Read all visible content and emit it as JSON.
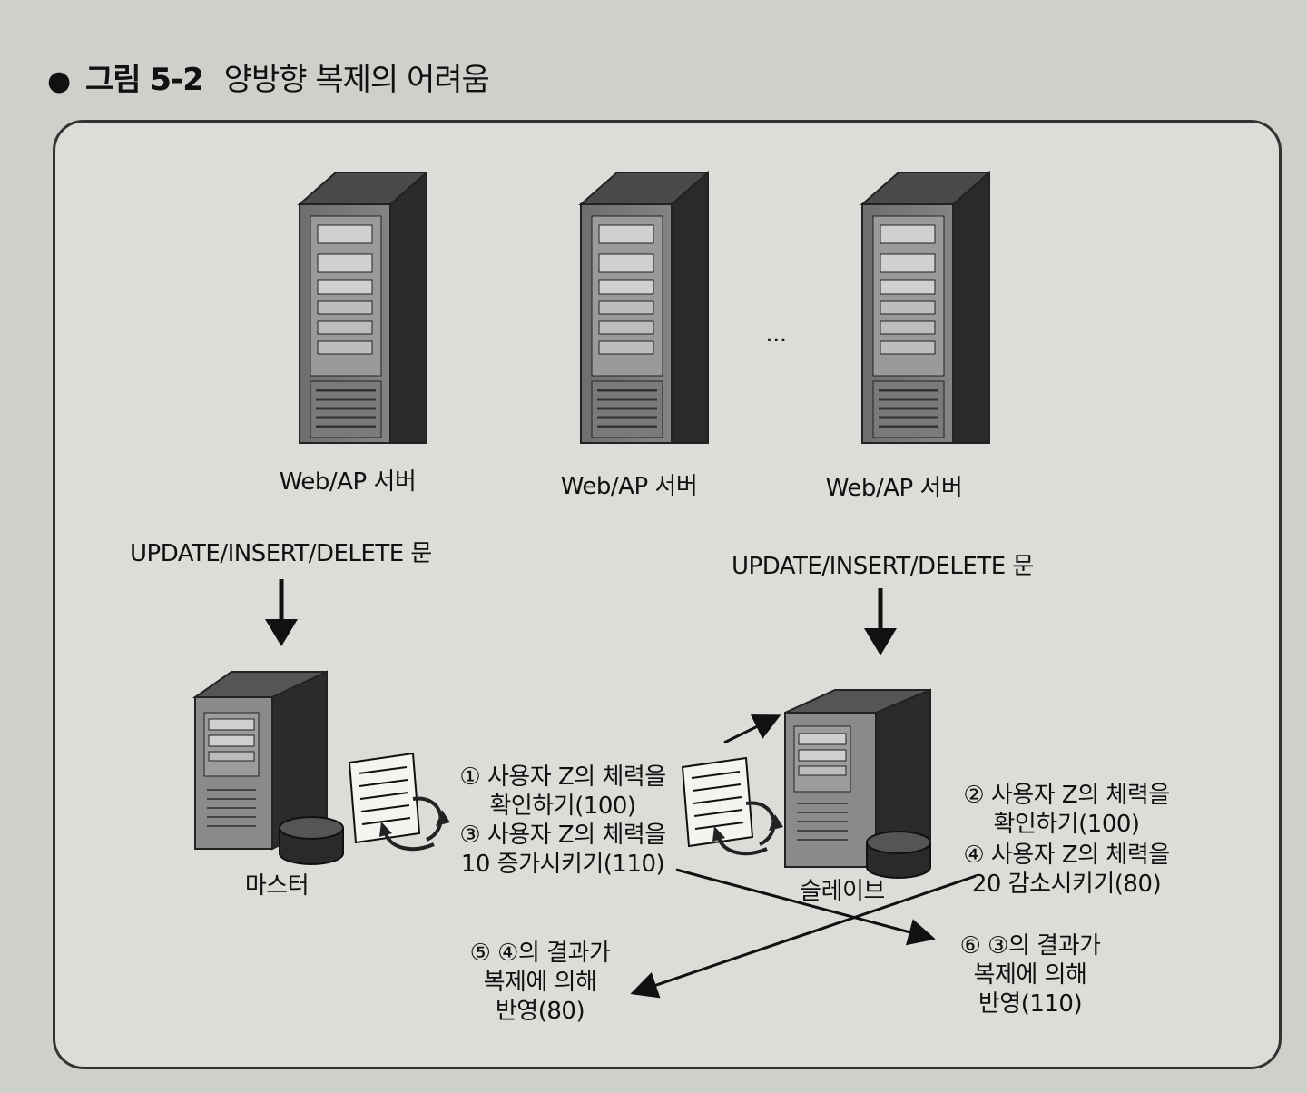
{
  "figure": {
    "bullet": "●",
    "number": "그림 5-2",
    "title": "양방향 복제의 어려움"
  },
  "web_servers": [
    {
      "label": "Web/AP 서버"
    },
    {
      "label": "Web/AP 서버"
    },
    {
      "label": "Web/AP 서버"
    }
  ],
  "ellipsis": "...",
  "sql_labels": {
    "master": "UPDATE/INSERT/DELETE 문",
    "slave": "UPDATE/INSERT/DELETE 문"
  },
  "db_nodes": {
    "master": "마스터",
    "slave": "슬레이브"
  },
  "steps": {
    "s1_line1": "① 사용자 Z의 체력을",
    "s1_line2": "확인하기(100)",
    "s3_line1": "③ 사용자 Z의 체력을",
    "s3_line2": "10 증가시키기(110)",
    "s2_line1": "② 사용자 Z의 체력을",
    "s2_line2": "확인하기(100)",
    "s4_line1": "④ 사용자 Z의 체력을",
    "s4_line2": "20 감소시키기(80)",
    "s5_line1": "⑤ ④의 결과가",
    "s5_line2": "복제에 의해",
    "s5_line3": "반영(80)",
    "s6_line1": "⑥ ③의 결과가",
    "s6_line2": "복제에 의해",
    "s6_line3": "반영(110)"
  }
}
